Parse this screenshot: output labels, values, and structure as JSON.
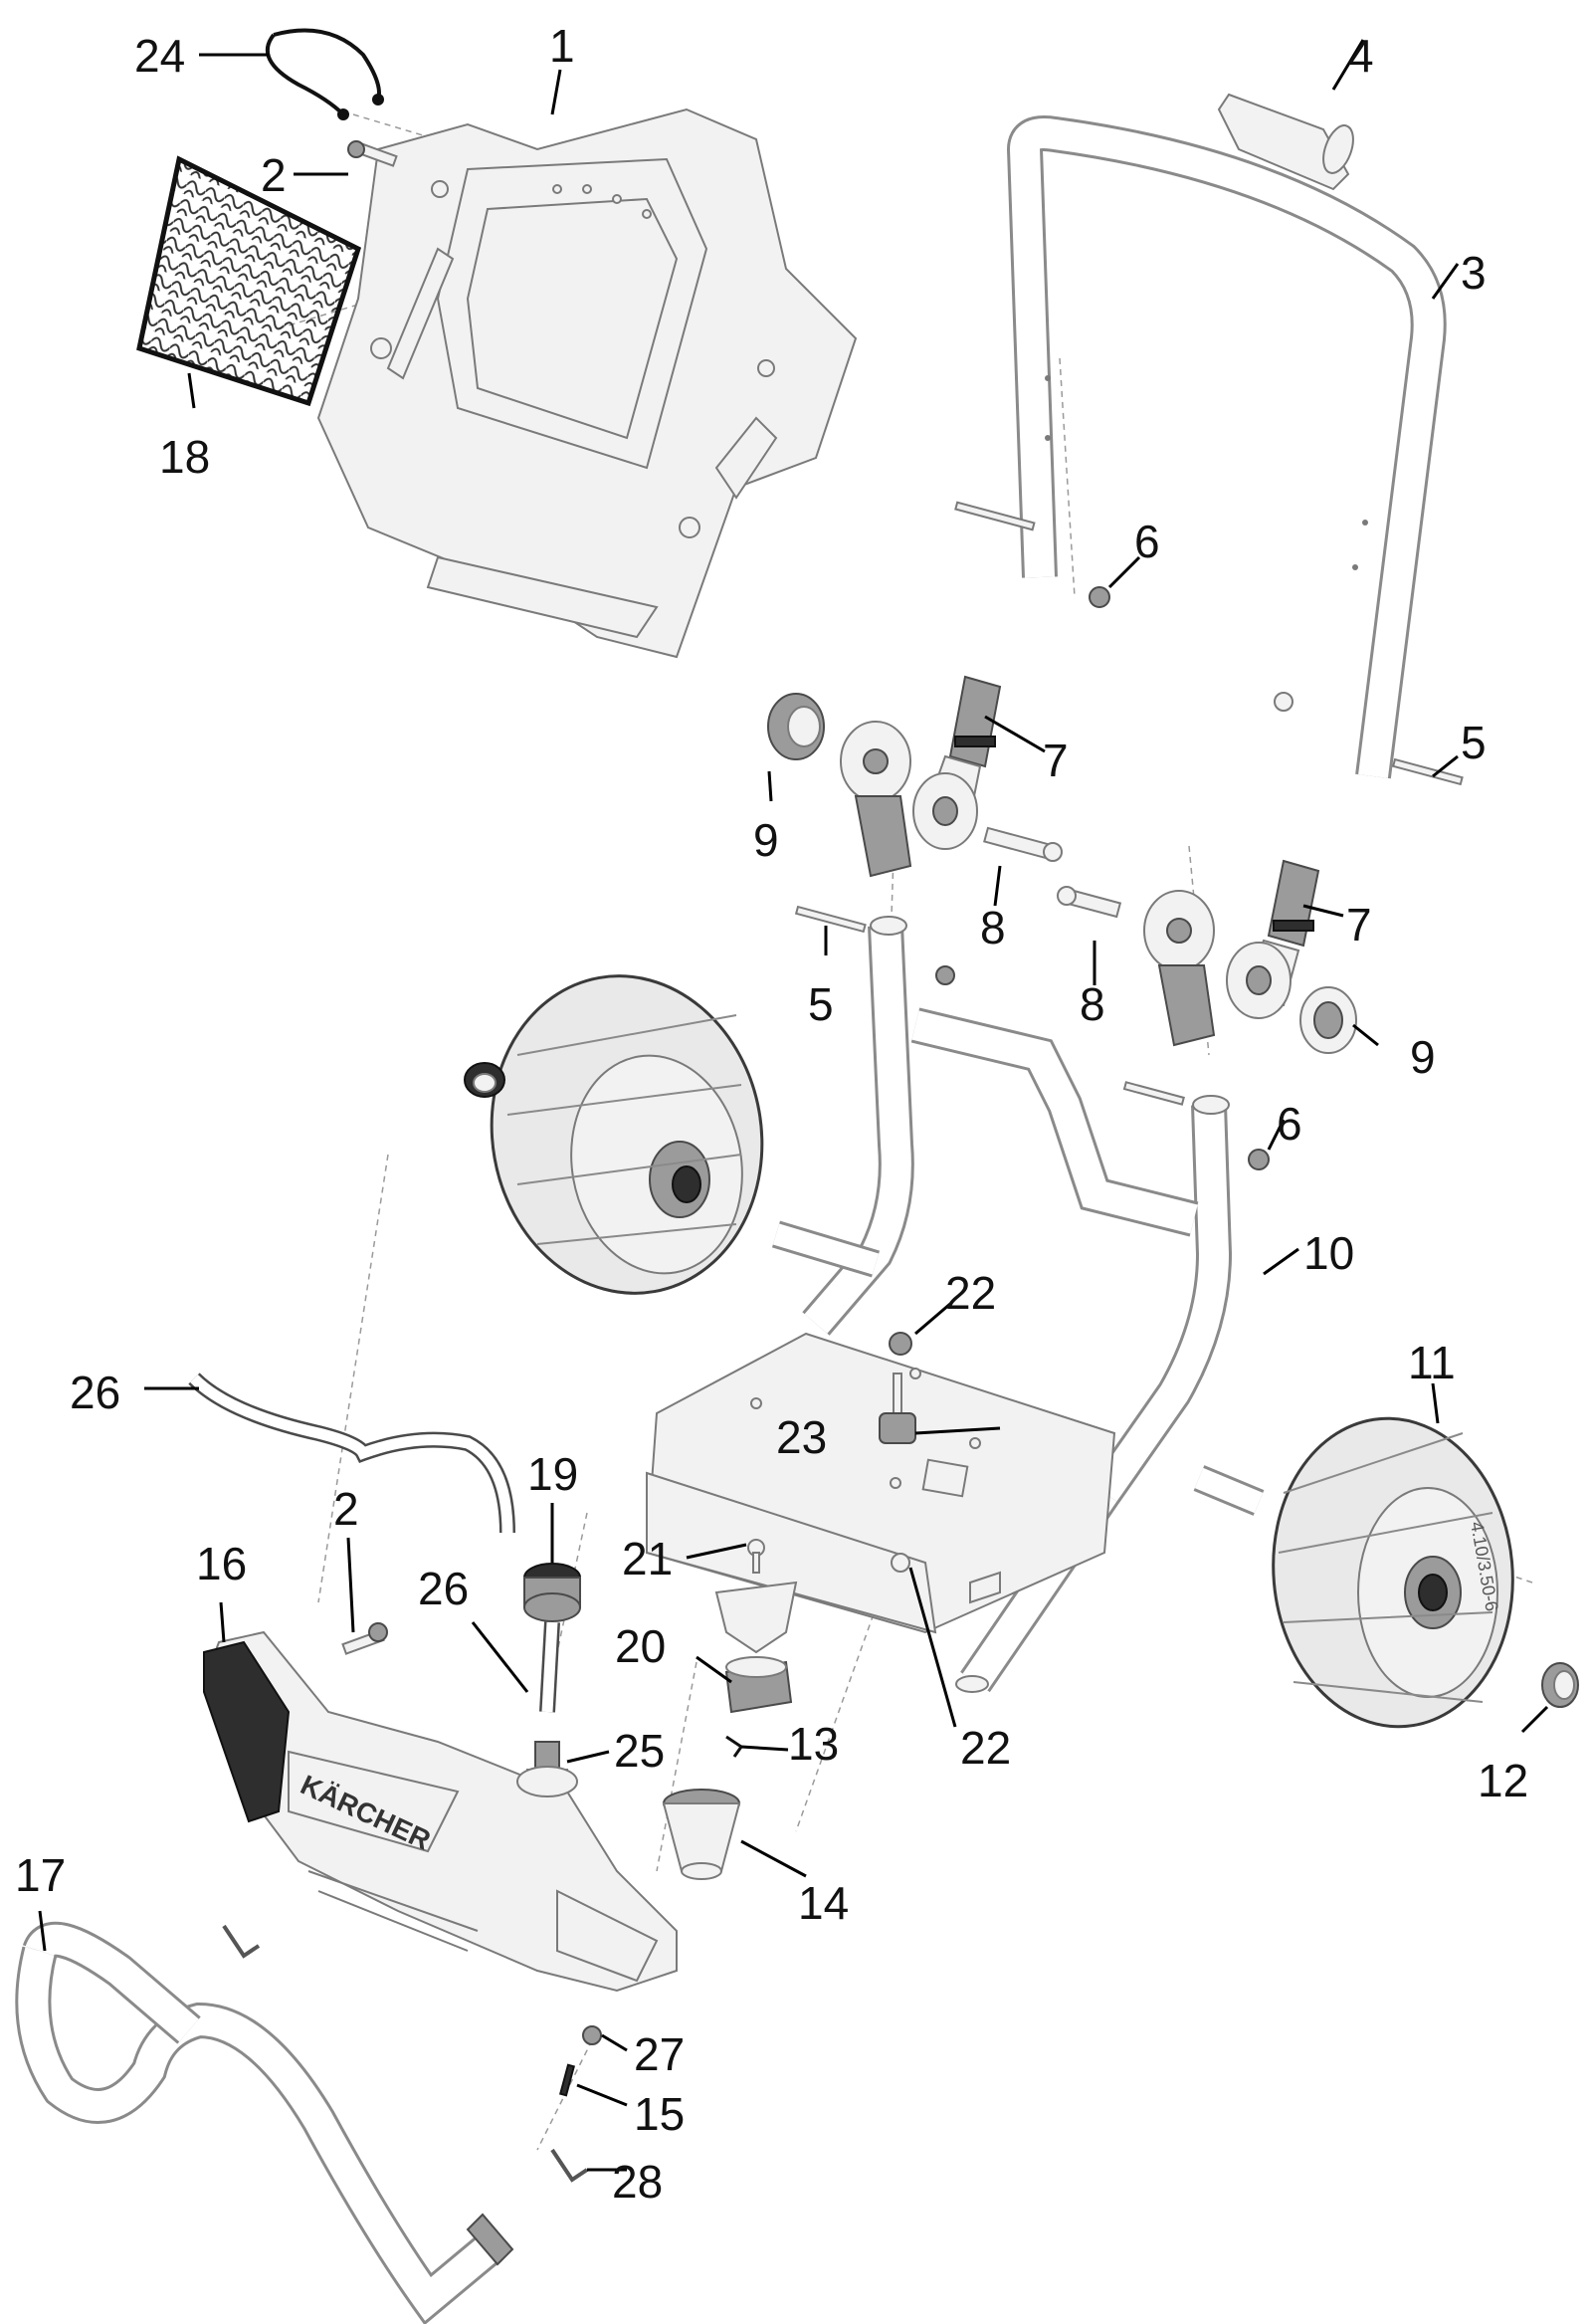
{
  "callouts": [
    {
      "id": "c1",
      "label": "1"
    },
    {
      "id": "c2a",
      "label": "2"
    },
    {
      "id": "c2b",
      "label": "2"
    },
    {
      "id": "c3",
      "label": "3"
    },
    {
      "id": "c4",
      "label": "4"
    },
    {
      "id": "c5a",
      "label": "5"
    },
    {
      "id": "c5b",
      "label": "5"
    },
    {
      "id": "c6a",
      "label": "6"
    },
    {
      "id": "c6b",
      "label": "6"
    },
    {
      "id": "c7a",
      "label": "7"
    },
    {
      "id": "c7b",
      "label": "7"
    },
    {
      "id": "c8a",
      "label": "8"
    },
    {
      "id": "c8b",
      "label": "8"
    },
    {
      "id": "c9a",
      "label": "9"
    },
    {
      "id": "c9b",
      "label": "9"
    },
    {
      "id": "c10",
      "label": "10"
    },
    {
      "id": "c11",
      "label": "11"
    },
    {
      "id": "c12",
      "label": "12"
    },
    {
      "id": "c13",
      "label": "13"
    },
    {
      "id": "c14",
      "label": "14"
    },
    {
      "id": "c15",
      "label": "15"
    },
    {
      "id": "c16",
      "label": "16"
    },
    {
      "id": "c17",
      "label": "17"
    },
    {
      "id": "c18",
      "label": "18"
    },
    {
      "id": "c19",
      "label": "19"
    },
    {
      "id": "c20",
      "label": "20"
    },
    {
      "id": "c21",
      "label": "21"
    },
    {
      "id": "c22a",
      "label": "22"
    },
    {
      "id": "c22b",
      "label": "22"
    },
    {
      "id": "c23",
      "label": "23"
    },
    {
      "id": "c24",
      "label": "24"
    },
    {
      "id": "c25",
      "label": "25"
    },
    {
      "id": "c26a",
      "label": "26"
    },
    {
      "id": "c26b",
      "label": "26"
    },
    {
      "id": "c27",
      "label": "27"
    },
    {
      "id": "c28",
      "label": "28"
    }
  ],
  "brand_text": "KÄRCHER",
  "tire_marking": "4.10/3.50-6",
  "colors": {
    "line": "#7a7a7a",
    "text": "#111111",
    "background": "#ffffff"
  }
}
